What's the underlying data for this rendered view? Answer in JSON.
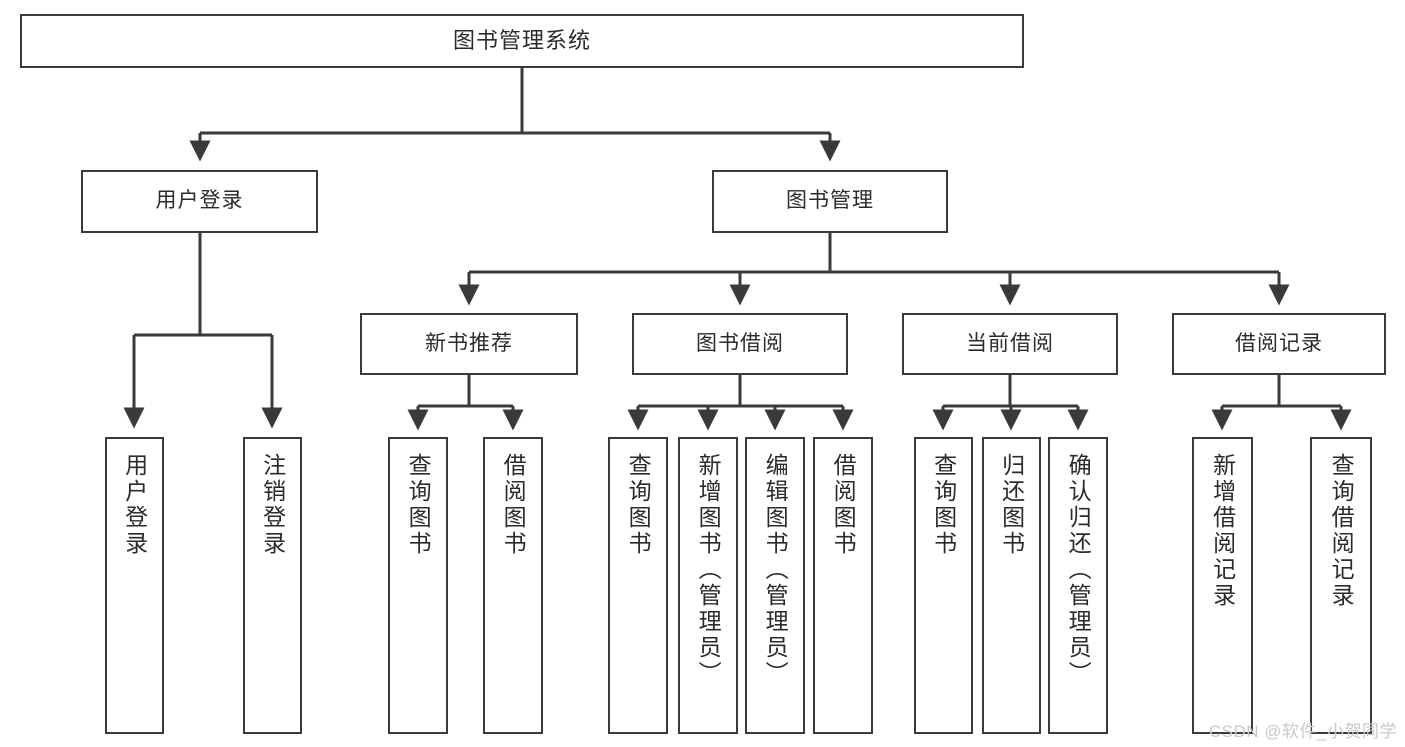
{
  "diagram": {
    "title": "图书管理系统",
    "watermark": "CSDN @软件_小贺同学",
    "line_color": "#3a3a3a",
    "box_fill": "#ffffff",
    "text_color": "#2b2b2b",
    "root": {
      "label": "图书管理系统"
    },
    "tier2": [
      {
        "label": "用户登录"
      },
      {
        "label": "图书管理"
      }
    ],
    "tier3": [
      {
        "label": "新书推荐"
      },
      {
        "label": "图书借阅"
      },
      {
        "label": "当前借阅"
      },
      {
        "label": "借阅记录"
      }
    ],
    "leaves": {
      "user_login": [
        {
          "label": "用户登录"
        },
        {
          "label": "注销登录"
        }
      ],
      "new_book": [
        {
          "label": "查询图书"
        },
        {
          "label": "借阅图书"
        }
      ],
      "book_borrow": [
        {
          "label": "查询图书"
        },
        {
          "label": "新增图书（管理员）"
        },
        {
          "label": "编辑图书（管理员）"
        },
        {
          "label": "借阅图书"
        }
      ],
      "current_borrow": [
        {
          "label": "查询图书"
        },
        {
          "label": "归还图书"
        },
        {
          "label": "确认归还（管理员）"
        }
      ],
      "borrow_record": [
        {
          "label": "新增借阅记录"
        },
        {
          "label": "查询借阅记录"
        }
      ]
    }
  }
}
